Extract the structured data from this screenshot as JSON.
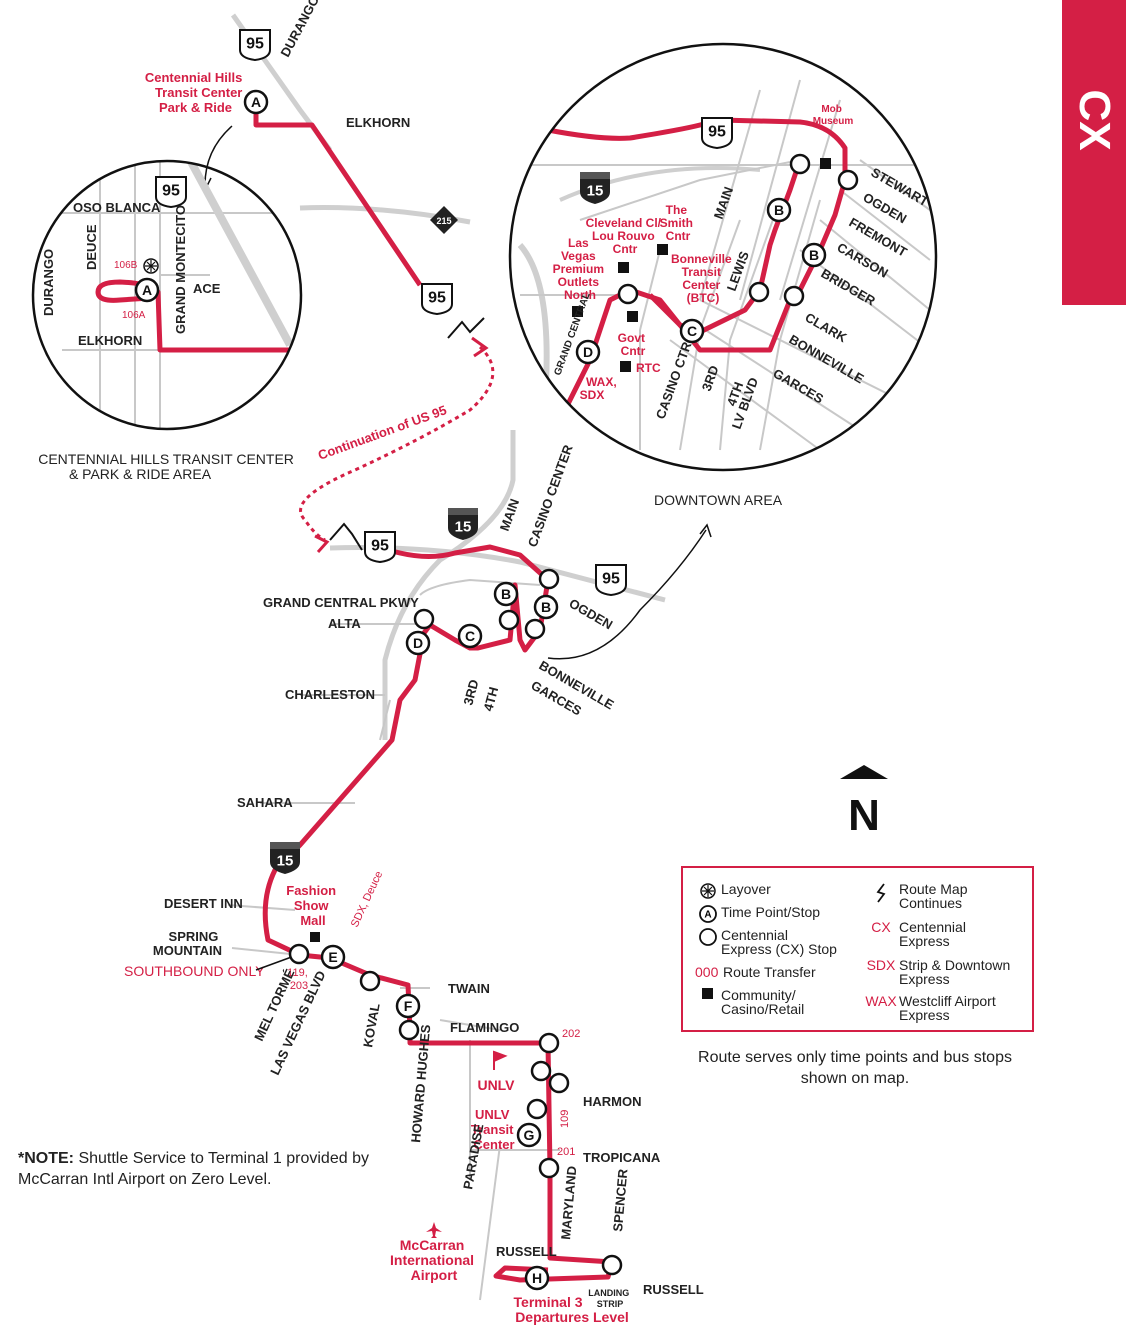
{
  "route_code": "CX",
  "places": {
    "centennial_hills": [
      "Centennial Hills",
      "Transit Center",
      "Park & Ride"
    ],
    "fashion_show": [
      "Fashion",
      "Show",
      "Mall"
    ],
    "unlv": "UNLV",
    "unlv_transit": [
      "UNLV",
      "Transit",
      "Center"
    ],
    "mccarran": [
      "McCarran",
      "International",
      "Airport"
    ],
    "terminal3": [
      "Terminal 3",
      "Departures Level"
    ],
    "southbound_only": "SOUTHBOUND ONLY",
    "sdx_deuce": "SDX, Deuce",
    "landing_strip": [
      "LANDING",
      "STRIP"
    ],
    "mob_museum": [
      "Mob",
      "Museum"
    ],
    "cleveland": [
      "Cleveland Cl/",
      "Lou Rouvo",
      "Cntr"
    ],
    "smith": [
      "The",
      "Smith",
      "Cntr"
    ],
    "btc": [
      "Bonneville",
      "Transit",
      "Center",
      "(BTC)"
    ],
    "lv_outlets": [
      "Las",
      "Vegas",
      "Premium",
      "Outlets",
      "North"
    ],
    "govt": [
      "Govt",
      "Cntr"
    ],
    "rtc": "RTC",
    "wax_sdx": [
      "WAX,",
      "SDX"
    ]
  },
  "streets": {
    "durango": "DURANGO",
    "elkhorn": "ELKHORN",
    "oso_blanca": "OSO BLANCA",
    "deuce": "DEUCE",
    "grand_montecito": "GRAND MONTECITO",
    "ace": "ACE",
    "main": "MAIN",
    "casino_center": "CASINO CENTER",
    "grand_central_pkwy": "GRAND CENTRAL PKWY",
    "alta": "ALTA",
    "ogden": "OGDEN",
    "charleston": "CHARLESTON",
    "third": "3RD",
    "fourth": "4TH",
    "bonneville": "BONNEVILLE",
    "garces": "GARCES",
    "sahara": "SAHARA",
    "desert_inn": "DESERT INN",
    "spring_mountain": [
      "SPRING",
      "MOUNTAIN"
    ],
    "mel_torme": "MEL TORMÉ",
    "las_vegas_blvd": "LAS VEGAS BLVD",
    "koval": "KOVAL",
    "twain": "TWAIN",
    "flamingo": "FLAMINGO",
    "howard_hughes": "HOWARD HUGHES",
    "harmon": "HARMON",
    "paradise": "PARADISE",
    "tropicana": "TROPICANA",
    "maryland": "MARYLAND",
    "spencer": "SPENCER",
    "russell": "RUSSELL",
    "stewart": "STEWART",
    "fremont": "FREMONT",
    "carson": "CARSON",
    "bridger": "BRIDGER",
    "clark": "CLARK",
    "lewis": "LEWIS",
    "grand_central": "GRAND CENTRAL",
    "casino_ctr": "CASINO CTR",
    "lv_blvd": "LV BLVD"
  },
  "transfers": {
    "r106a": "106A",
    "r106b": "106B",
    "r119_203": [
      "119,",
      "203"
    ],
    "r202": "202",
    "r109": "109",
    "r201": "201"
  },
  "highways": {
    "us95": "95",
    "i15": "15",
    "cc215": "215"
  },
  "timepoints": [
    "A",
    "B",
    "C",
    "D",
    "E",
    "F",
    "G",
    "H"
  ],
  "continuation": "Continuation of US 95",
  "inset_centennial_caption": [
    "CENTENNIAL HILLS TRANSIT CENTER",
    "& PARK & RIDE AREA"
  ],
  "inset_downtown_caption": "DOWNTOWN AREA",
  "north_label": "N",
  "legend": {
    "layover": "Layover",
    "time_point": "Time Point/Stop",
    "cx_stop": "Centennial\nExpress (CX) Stop",
    "route_transfer_code": "000",
    "route_transfer": "Route Transfer",
    "community": "Community/\nCasino/Retail",
    "continues": "Route Map\nContinues",
    "cx_code": "CX",
    "cx": "Centennial\nExpress",
    "sdx_code": "SDX",
    "sdx": "Strip & Downtown\nExpress",
    "wax_code": "WAX",
    "wax": "Westcliff Airport\nExpress"
  },
  "serves_note": "Route serves only time points and bus stops shown on map.",
  "shuttle_note": {
    "label": "*NOTE:",
    "text": " Shuttle Service to Terminal 1 provided by McCarran Intl Airport on Zero Level."
  },
  "colors": {
    "accent": "#d41f45",
    "road": "#cfcfcf",
    "text": "#222222"
  }
}
